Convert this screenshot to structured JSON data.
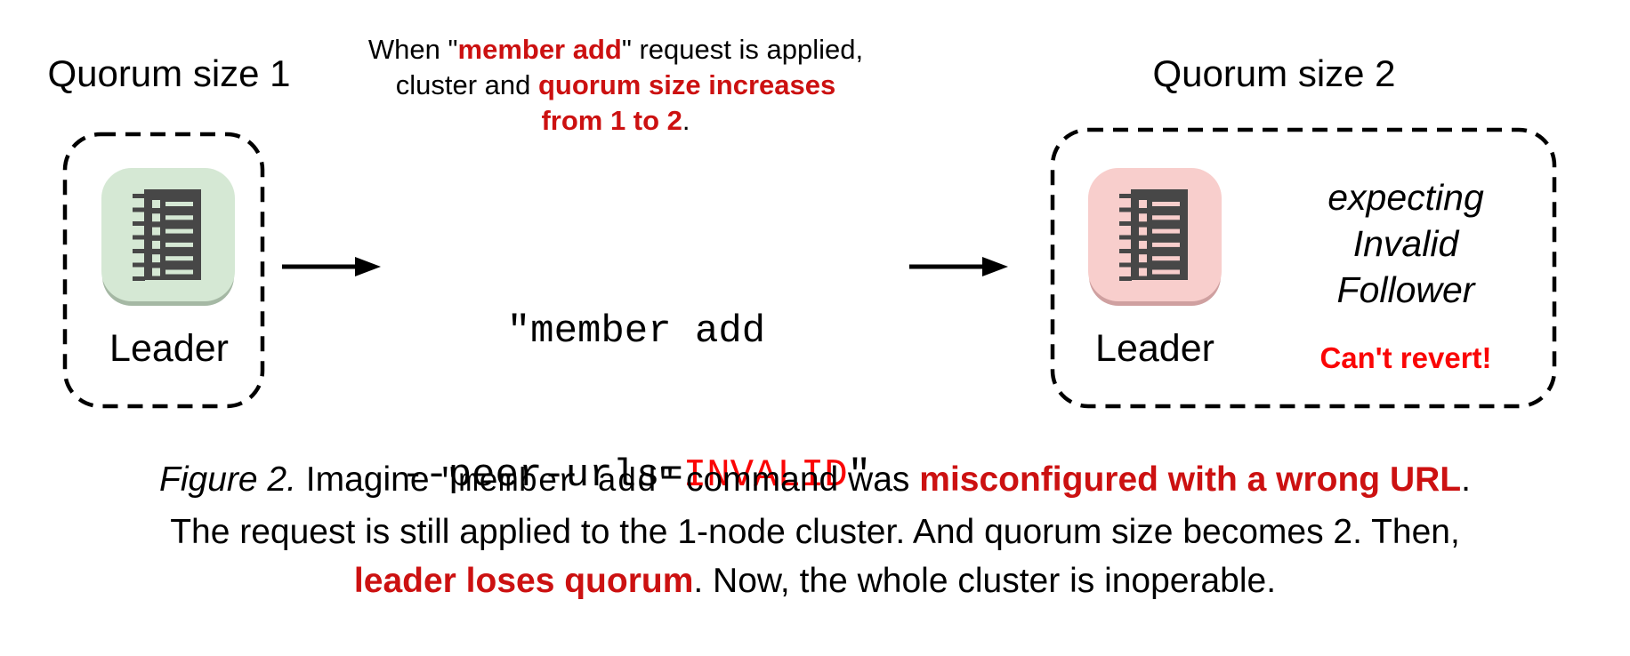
{
  "figure": {
    "left": {
      "title": "Quorum size 1",
      "node_label": "Leader"
    },
    "right": {
      "title": "Quorum size 2",
      "node_label": "Leader",
      "note_line1": "expecting",
      "note_line2": "Invalid",
      "note_line3": "Follower",
      "warning": "Can't revert!"
    },
    "annotation": {
      "l1a": "When \"",
      "l1b": "member add",
      "l1c": "\" request is applied,",
      "l2a": "cluster and ",
      "l2b": "quorum size increases",
      "l3a": "from 1 to 2",
      "l3b": "."
    },
    "command": {
      "line1": "\"member add",
      "line2_pre": "--peer-urls=",
      "line2_invalid": "INVALID",
      "line2_post": "\""
    },
    "caption": {
      "fig": "Figure 2.",
      "s1": " Imagine ",
      "code": "\"member add\"",
      "s2": " command was ",
      "red1": "misconfigured with a wrong URL",
      "s3": ".",
      "line2": "The request is still applied to the 1-node cluster. And quorum size becomes 2. Then,",
      "red2": "leader loses quorum",
      "s4": ". Now, the whole cluster is inoperable."
    }
  },
  "icons": {
    "node_icon": "server-rack-icon",
    "arrow_icon": "arrow-right-icon"
  },
  "colors": {
    "red_bold": "#cc1111",
    "red_bright": "#fa0505",
    "green_fill": "#d5e8d4",
    "green_shadow": "#a5b8a4",
    "pink_fill": "#f8cecc",
    "pink_shadow": "#cfa0a0",
    "icon_dark": "#474747",
    "text": "#000000",
    "background": "#ffffff"
  }
}
